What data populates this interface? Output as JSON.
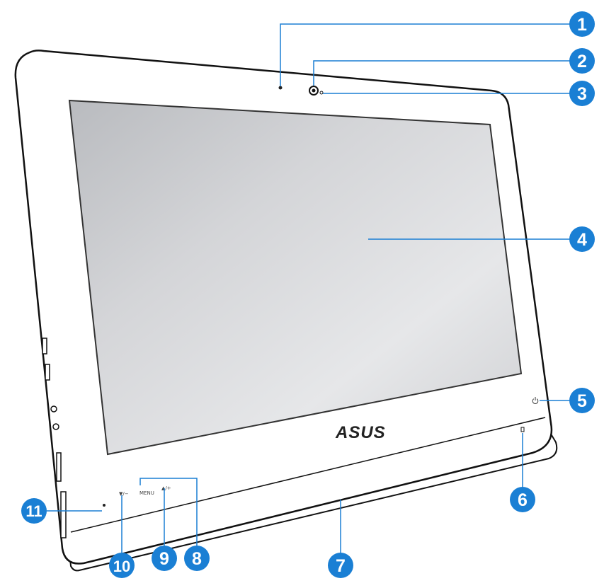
{
  "device": {
    "brand": "ASUS",
    "buttons": {
      "menu": "MENU",
      "up_plus": "▲/+",
      "down_minus": "▼/−"
    }
  },
  "colors": {
    "callout_fill": "#1a7fd4",
    "leader_line": "#1a7fd4",
    "screen_light": "#e6e7e9",
    "screen_dark": "#b9bbbf",
    "bezel": "#ffffff",
    "bezel_outline": "#111111"
  },
  "callouts": [
    "1",
    "2",
    "3",
    "4",
    "5",
    "6",
    "7",
    "8",
    "9",
    "10",
    "11"
  ]
}
